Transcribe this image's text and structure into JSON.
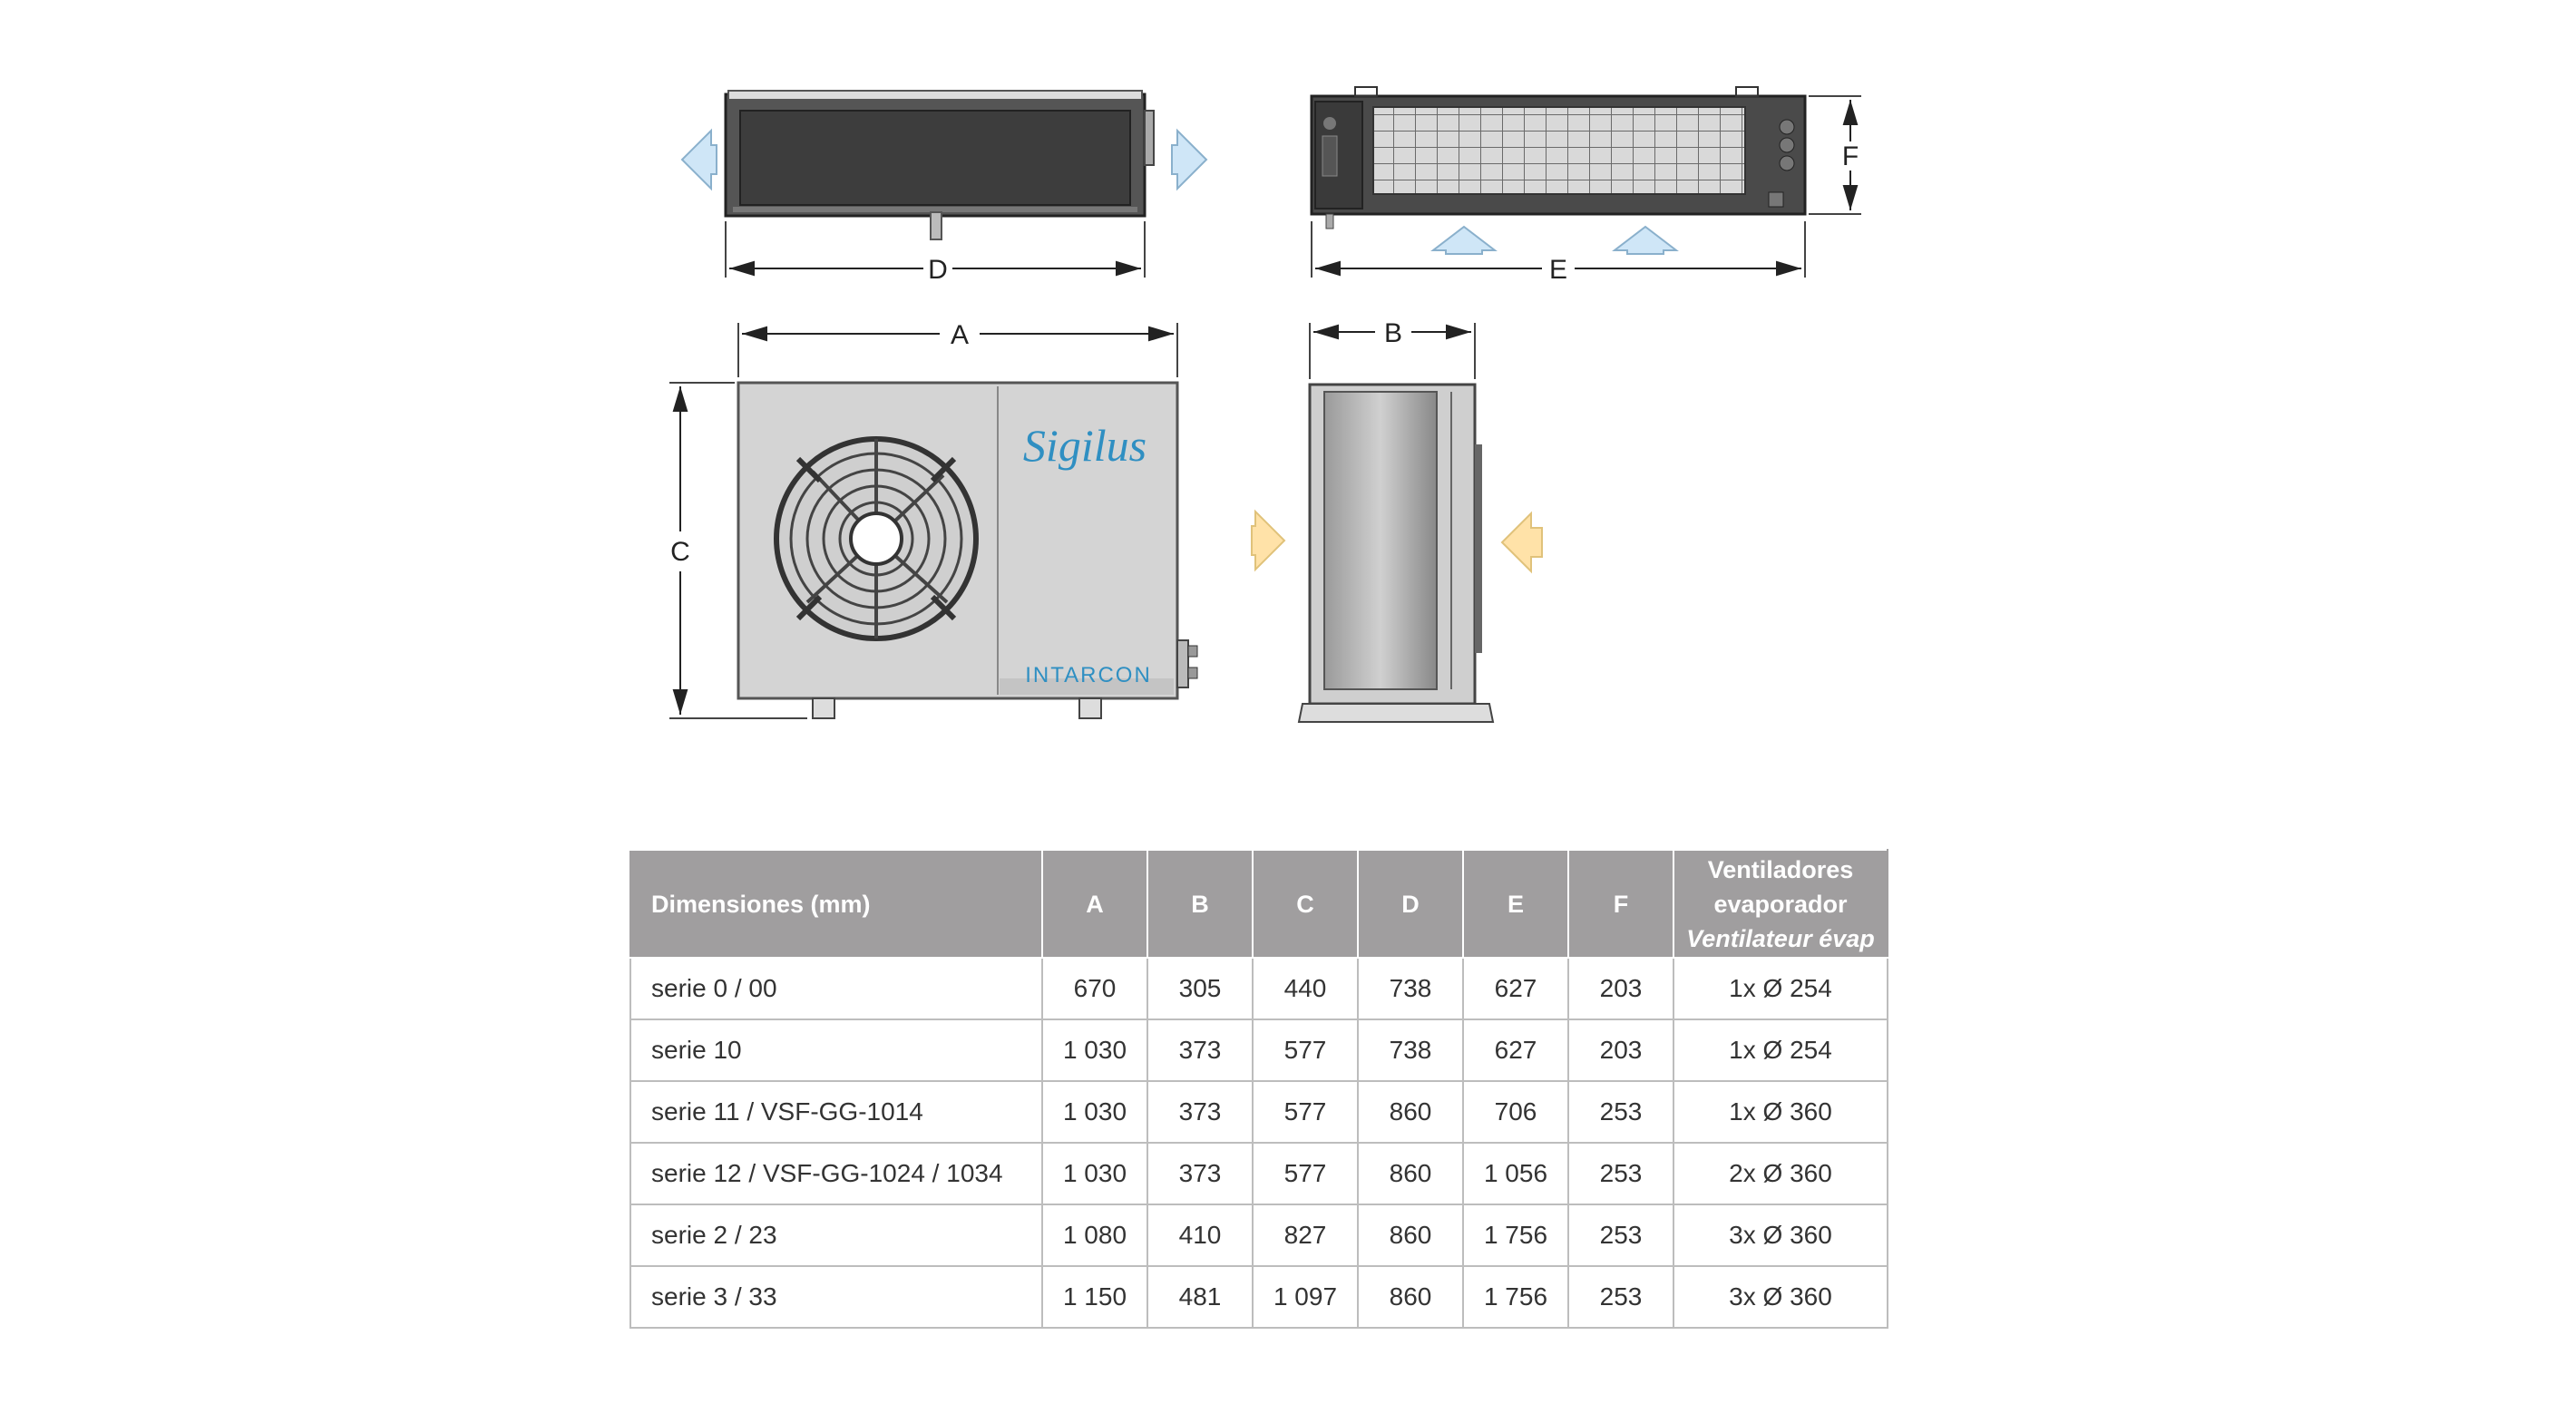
{
  "drawing_labels": {
    "A": "A",
    "B": "B",
    "C": "C",
    "D": "D",
    "E": "E",
    "F": "F"
  },
  "unit_branding": {
    "model": "Sigilus",
    "brand": "INTARCON"
  },
  "colors": {
    "airflow_blue": "#cfe6f7",
    "airflow_orange": "#ffe2a8",
    "header_gray": "#a09e9f",
    "brand_blue": "#2f8fc2"
  },
  "table": {
    "headers": {
      "name": "Dimensiones (mm)",
      "A": "A",
      "B": "B",
      "C": "C",
      "D": "D",
      "E": "E",
      "F": "F",
      "fan_line1": "Ventiladores",
      "fan_line2": "evaporador",
      "fan_line3": "Ventilateur évap"
    },
    "rows": [
      {
        "name": "serie 0 / 00",
        "A": "670",
        "B": "305",
        "C": "440",
        "D": "738",
        "E": "627",
        "F": "203",
        "fans": "1x Ø 254"
      },
      {
        "name": "serie 10",
        "A": "1 030",
        "B": "373",
        "C": "577",
        "D": "738",
        "E": "627",
        "F": "203",
        "fans": "1x Ø 254"
      },
      {
        "name": "serie 11 / VSF-GG-1014",
        "A": "1 030",
        "B": "373",
        "C": "577",
        "D": "860",
        "E": "706",
        "F": "253",
        "fans": "1x Ø 360"
      },
      {
        "name": "serie 12 / VSF-GG-1024 / 1034",
        "A": "1 030",
        "B": "373",
        "C": "577",
        "D": "860",
        "E": "1 056",
        "F": "253",
        "fans": "2x Ø 360"
      },
      {
        "name": "serie 2 / 23",
        "A": "1 080",
        "B": "410",
        "C": "827",
        "D": "860",
        "E": "1 756",
        "F": "253",
        "fans": "3x Ø 360"
      },
      {
        "name": "serie 3 / 33",
        "A": "1 150",
        "B": "481",
        "C": "1 097",
        "D": "860",
        "E": "1 756",
        "F": "253",
        "fans": "3x Ø 360"
      }
    ]
  }
}
